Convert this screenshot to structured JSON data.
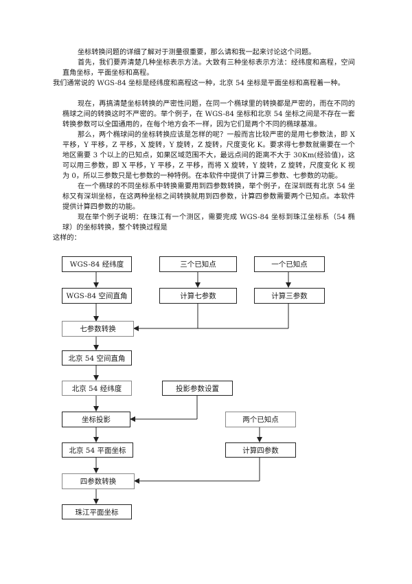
{
  "paragraphs": [
    "坐标转换问题的详细了解对于测量很重要，那么请和我一起来讨论这个问题。",
    "首先，我们要弄清楚几种坐标表示方法。大致有三种坐标表示方法：经纬度和高程，空间直角坐标，平面坐标和高程。",
    "我们通常说的 WGS-84 坐标是经纬度和高程这一种，北京 54 坐标是平面坐标和高程着一种。",
    "现在，再搞清楚坐标转换的严密性问题，在同一个椭球里的转换都是严密的，而在不同的椭球之间的转换这时不严密的。举个例子，在 WGS-84 坐标和北京 54 坐标之间是不存在一套转换参数可以全国通用的，在每个地方会不一样，因为它们是两个不同的椭球基准。",
    "那么，两个椭球间的坐标转换应该是怎样的呢？一般而言比较严密的是用七参数法，即 X 平移，Y 平移，Z 平移，X 旋转，Y 旋转，Z 旋转，尺度变化 K。要求得七参数就需要在一个地区需要 3 个以上的已知点，如果区域范围不大，最远点间的距离不大于 30Km(经验值)，这可以用三参数，即 X 平移，Y 平移，Z 平移，而将 X 旋转，Y 旋转，Z 旋转，尺度变化 K 视为 0，所以三参数只是七参数的一种特例。在本软件中提供了计算三参数、七参数的功能。",
    "在一个椭球的不同坐标系中转换需要用到四参数转换，举个例子，在深圳既有北京 54 坐标又有深圳坐标，在这两种坐标之间转换就用到四参数，计算四参数需要两个已知点。本软件提供计算四参数的功能。",
    "现在举个例子说明：在珠江有一个测区，需要完成 WGS-84 坐标到珠江坐标系（54 椭球）的坐标转换，整个转换过程是",
    "这样的："
  ],
  "flowchart": {
    "wgs84_latlon": "WGS-84 经纬度",
    "three_known_points": "三个已知点",
    "one_known_point": "一个已知点",
    "wgs84_cartesian": "WGS-84 空间直角",
    "calc_seven_params": "计算七参数",
    "calc_three_params": "计算三参数",
    "seven_param_transform": "七参数转换",
    "beijing54_cartesian": "北京 54 空间直角",
    "beijing54_latlon": "北京 54 经纬度",
    "projection_params": "投影参数设置",
    "coordinate_projection": "坐标投影",
    "two_known_points": "两个已知点",
    "beijing54_plane": "北京 54 平面坐标",
    "calc_four_params": "计算四参数",
    "four_param_transform": "四参数转换",
    "zhujiang_plane": "珠江平面坐标"
  }
}
